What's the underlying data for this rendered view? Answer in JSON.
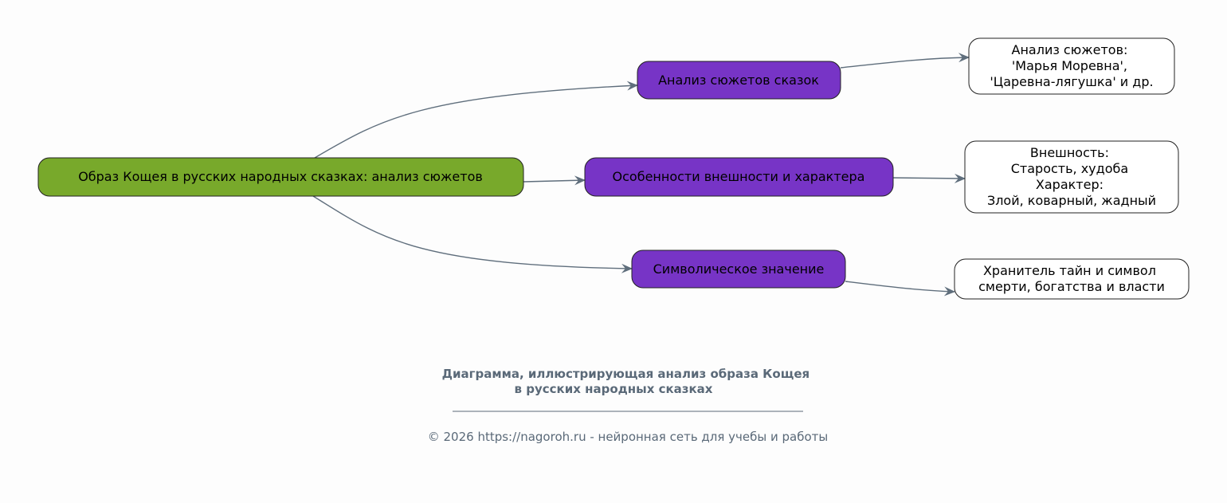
{
  "colors": {
    "root": "#78a92b",
    "branch": "#7734c6",
    "leaf": "#ffffff",
    "edge": "#5f6e7c",
    "caption": "#5a6978"
  },
  "root": {
    "label": "Образ Кощея в русских народных сказках: анализ сюжетов"
  },
  "branches": [
    {
      "label": "Анализ сюжетов сказок",
      "detail": [
        "Анализ сюжетов:",
        "'Марья Моревна',",
        "'Царевна-лягушка' и др."
      ]
    },
    {
      "label": "Особенности внешности и характера",
      "detail": [
        "Внешность:",
        "Старость, худоба",
        "Характер:",
        "Злой, коварный, жадный"
      ]
    },
    {
      "label": "Символическое значение",
      "detail": [
        "Хранитель тайн и символ",
        "смерти, богатства и власти"
      ]
    }
  ],
  "caption": [
    "Диаграмма, иллюстрирующая анализ образа Кощея",
    "в русских народных сказках"
  ],
  "footer": "© 2026 https://nagoroh.ru - нейронная сеть для учебы и работы"
}
